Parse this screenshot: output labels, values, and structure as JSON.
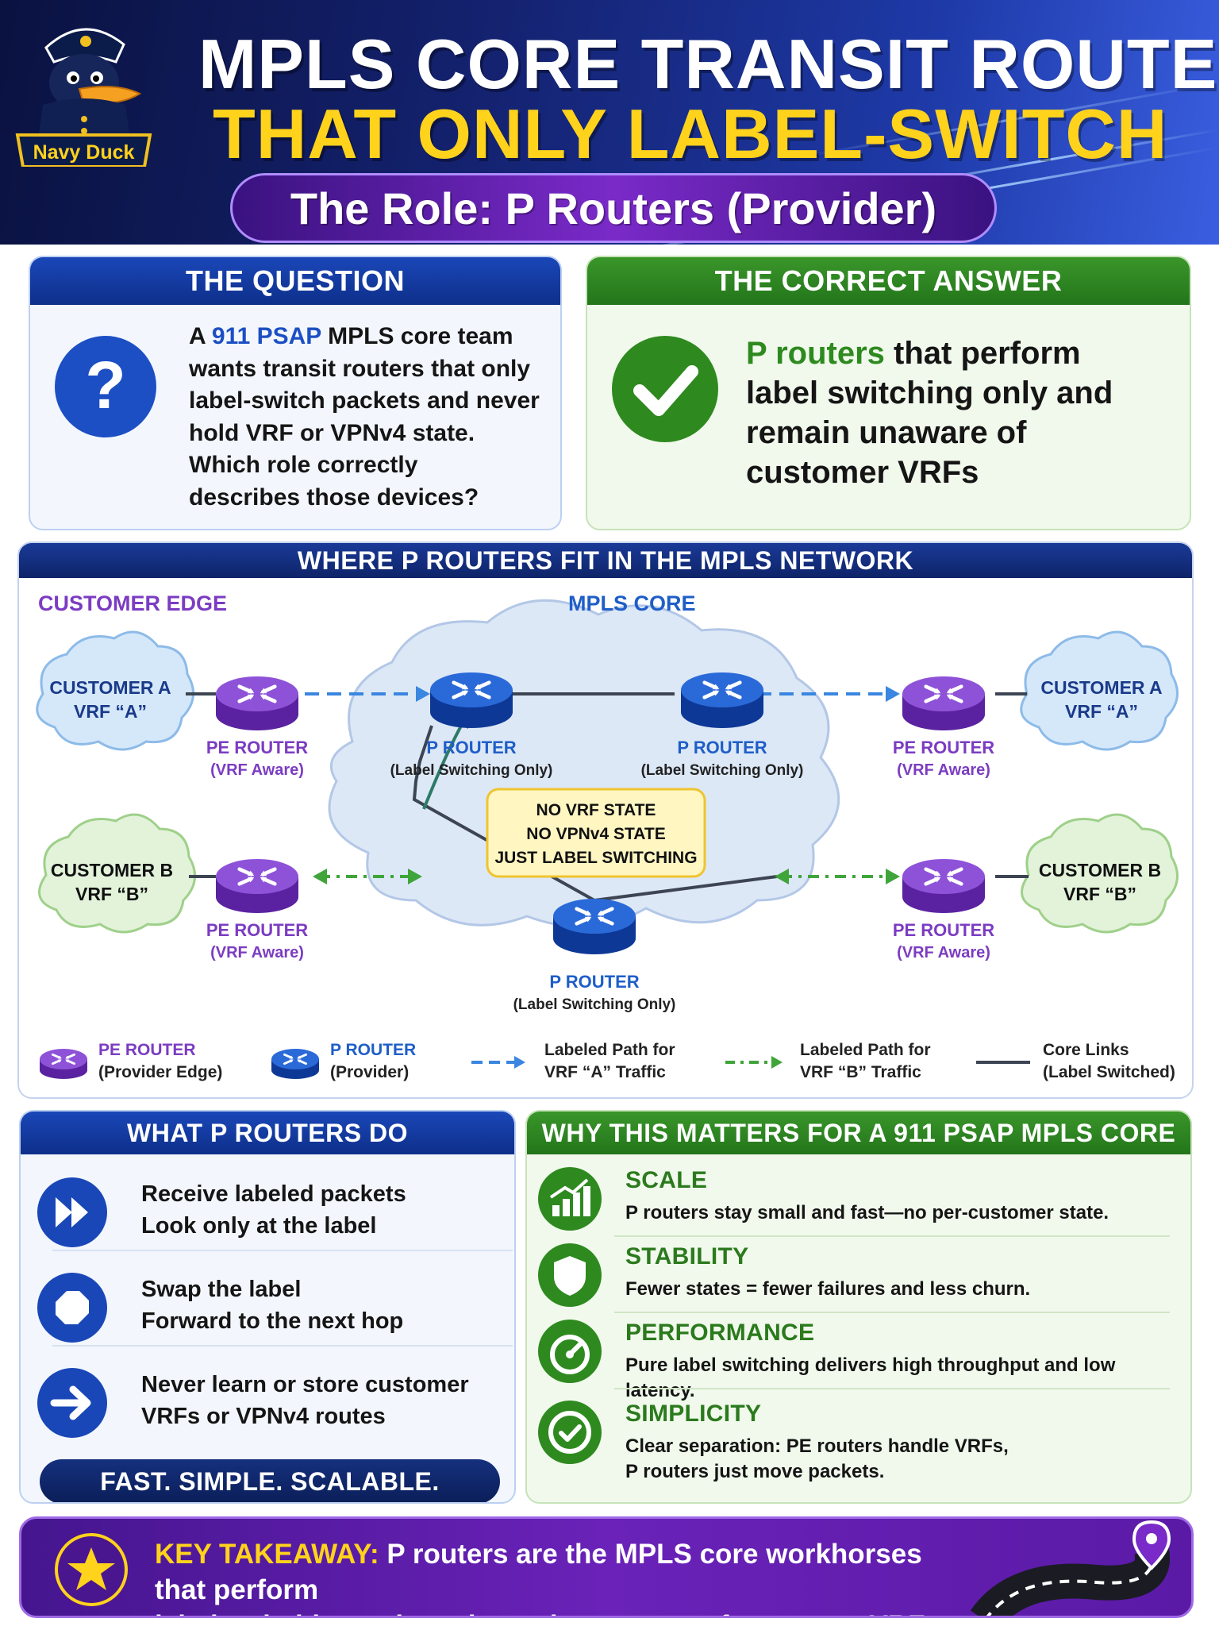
{
  "header": {
    "logo_text": "Navy Duck",
    "title_line1": "MPLS CORE TRANSIT ROUTERS",
    "title_line2": "THAT ONLY LABEL-SWITCH",
    "role": "The Role: P Routers (Provider)"
  },
  "question": {
    "heading": "THE QUESTION",
    "line1_pre": "A ",
    "line1_hl": "911 PSAP",
    "line1_post": " MPLS core team",
    "rest": [
      "wants transit routers that only",
      "label-switch packets and never",
      "hold VRF or VPNv4 state.",
      "Which role correctly",
      "describes those devices?"
    ]
  },
  "answer": {
    "heading": "THE CORRECT ANSWER",
    "line1_hl": "P routers",
    "line1_post": " that perform",
    "rest": [
      "label switching only and",
      "remain unaware of",
      "customer VRFs"
    ]
  },
  "diagram": {
    "heading": "WHERE P ROUTERS FIT IN THE MPLS NETWORK",
    "edge_label": "CUSTOMER EDGE",
    "core_label": "MPLS CORE",
    "clouds": [
      {
        "line1": "CUSTOMER A",
        "line2": "VRF “A”"
      },
      {
        "line1": "CUSTOMER B",
        "line2": "VRF “B”"
      },
      {
        "line1": "CUSTOMER A",
        "line2": "VRF “A”"
      },
      {
        "line1": "CUSTOMER B",
        "line2": "VRF “B”"
      }
    ],
    "pe_label": "PE ROUTER",
    "pe_sub": "(VRF Aware)",
    "p_label": "P ROUTER",
    "p_sub": "(Label Switching Only)",
    "core_note": [
      "NO VRF STATE",
      "NO VPNv4 STATE",
      "JUST LABEL SWITCHING"
    ],
    "legend": [
      {
        "line1": "PE ROUTER",
        "line2": "(Provider Edge)"
      },
      {
        "line1": "P ROUTER",
        "line2": "(Provider)"
      },
      {
        "line1": "Labeled Path for",
        "line2": "VRF “A” Traffic"
      },
      {
        "line1": "Labeled Path for",
        "line2": "VRF “B” Traffic"
      },
      {
        "line1": "Core Links",
        "line2": "(Label Switched)"
      }
    ]
  },
  "what_p_do": {
    "heading": "WHAT P ROUTERS DO",
    "items": [
      {
        "line1": "Receive labeled packets",
        "line2": "Look only at the label"
      },
      {
        "line1": "Swap the label",
        "line2": "Forward to the next hop"
      },
      {
        "line1": "Never learn or store customer",
        "line2": "VRFs or VPNv4 routes"
      }
    ],
    "banner": "FAST. SIMPLE. SCALABLE."
  },
  "why": {
    "heading": "WHY THIS MATTERS FOR A 911 PSAP MPLS CORE",
    "items": [
      {
        "title": "SCALE",
        "desc": [
          "P routers stay small and fast—no per-customer state."
        ]
      },
      {
        "title": "STABILITY",
        "desc": [
          "Fewer states = fewer failures and less churn."
        ]
      },
      {
        "title": "PERFORMANCE",
        "desc": [
          "Pure label switching delivers high throughput and low latency."
        ]
      },
      {
        "title": "SIMPLICITY",
        "desc": [
          "Clear separation: PE routers handle VRFs,",
          "P routers just move packets."
        ]
      }
    ]
  },
  "takeaway": {
    "key": "KEY TAKEAWAY:",
    "line1": " P routers are the MPLS core workhorses that perform",
    "line2": "label switching only and remain unaware of customer VRFs."
  },
  "colors": {
    "navy": "#0e2468",
    "blue_router": "#1c58c8",
    "purple_router": "#7c3fc8",
    "green": "#2e8a1f",
    "gold": "#ffd21c",
    "vrf_a_path": "#3a86e0",
    "vrf_b_path": "#3fa53a"
  }
}
